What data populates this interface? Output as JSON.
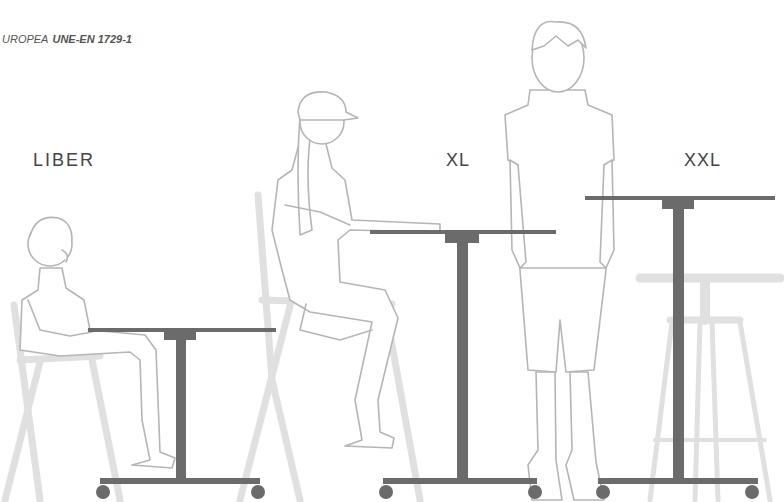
{
  "diagram": {
    "labels": [
      "UROPEA",
      "UNE-EN 1729-1",
      "LIBER",
      "XL",
      "XXL"
    ]
  }
}
